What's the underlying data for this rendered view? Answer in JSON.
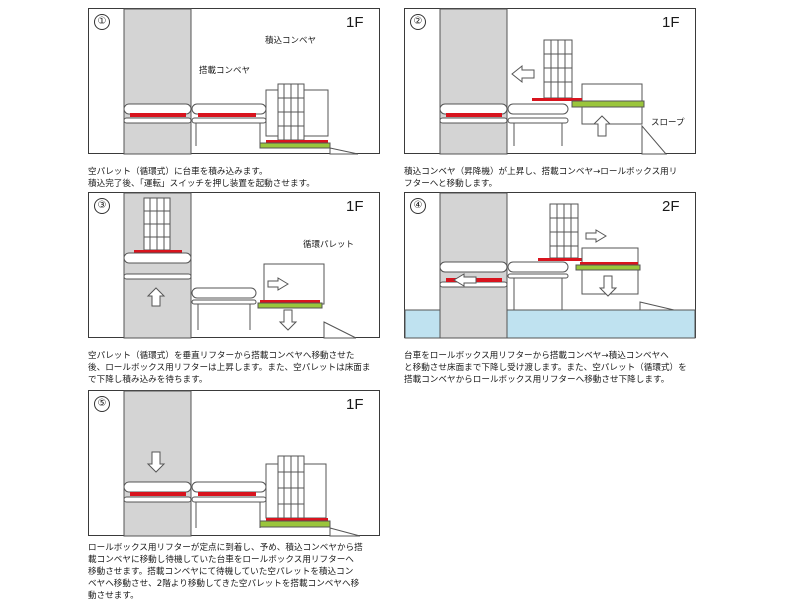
{
  "panels": [
    {
      "number": "①",
      "floor": "1F",
      "labels": {
        "loading_conveyor": "積込コンベヤ",
        "transport_conveyor": "搭載コンベヤ"
      },
      "caption": "空パレット（循環式）に台車を積み込みます。\n積込完了後、「運転」スイッチを押し装置を起動させます。"
    },
    {
      "number": "②",
      "floor": "1F",
      "labels": {
        "slope": "スロープ"
      },
      "caption": "積込コンベヤ（昇降機）が上昇し、搭載コンベヤ→ロールボックス用リ\nフターへと移動します。"
    },
    {
      "number": "③",
      "floor": "1F",
      "labels": {
        "circulating_pallet": "循環パレット"
      },
      "caption": "空パレット（循環式）を垂直リフターから搭載コンベヤへ移動させた\n後、ロールボックス用リフターは上昇します。また、空パレットは床面ま\nで下降し積み込みを待ちます。"
    },
    {
      "number": "④",
      "floor": "2F",
      "labels": {},
      "caption": "台車をロールボックス用リフターから搭載コンベヤ→積込コンベヤへ\nと移動させ床面まで下降し受け渡します。また、空パレット（循環式）を\n搭載コンベヤからロールボックス用リフターへ移動させ下降します。"
    },
    {
      "number": "⑤",
      "floor": "1F",
      "labels": {},
      "caption": "ロールボックス用リフターが定点に到着し、予め、積込コンベヤから搭\n載コンベヤに移動し待機していた台車をロールボックス用リフターへ\n移動させます。搭載コンベヤにて待機していた空パレットを積込コン\nベヤへ移動させ、2階より移動してきた空パレットを搭載コンベヤへ移\n動させます。"
    }
  ],
  "colors": {
    "pallet_red": "#d8141e",
    "pallet_green": "#9ac53c",
    "shaft_gray": "#d4d4d4",
    "floor_blue": "#bfe2f0",
    "outline": "#3a3a3a"
  }
}
